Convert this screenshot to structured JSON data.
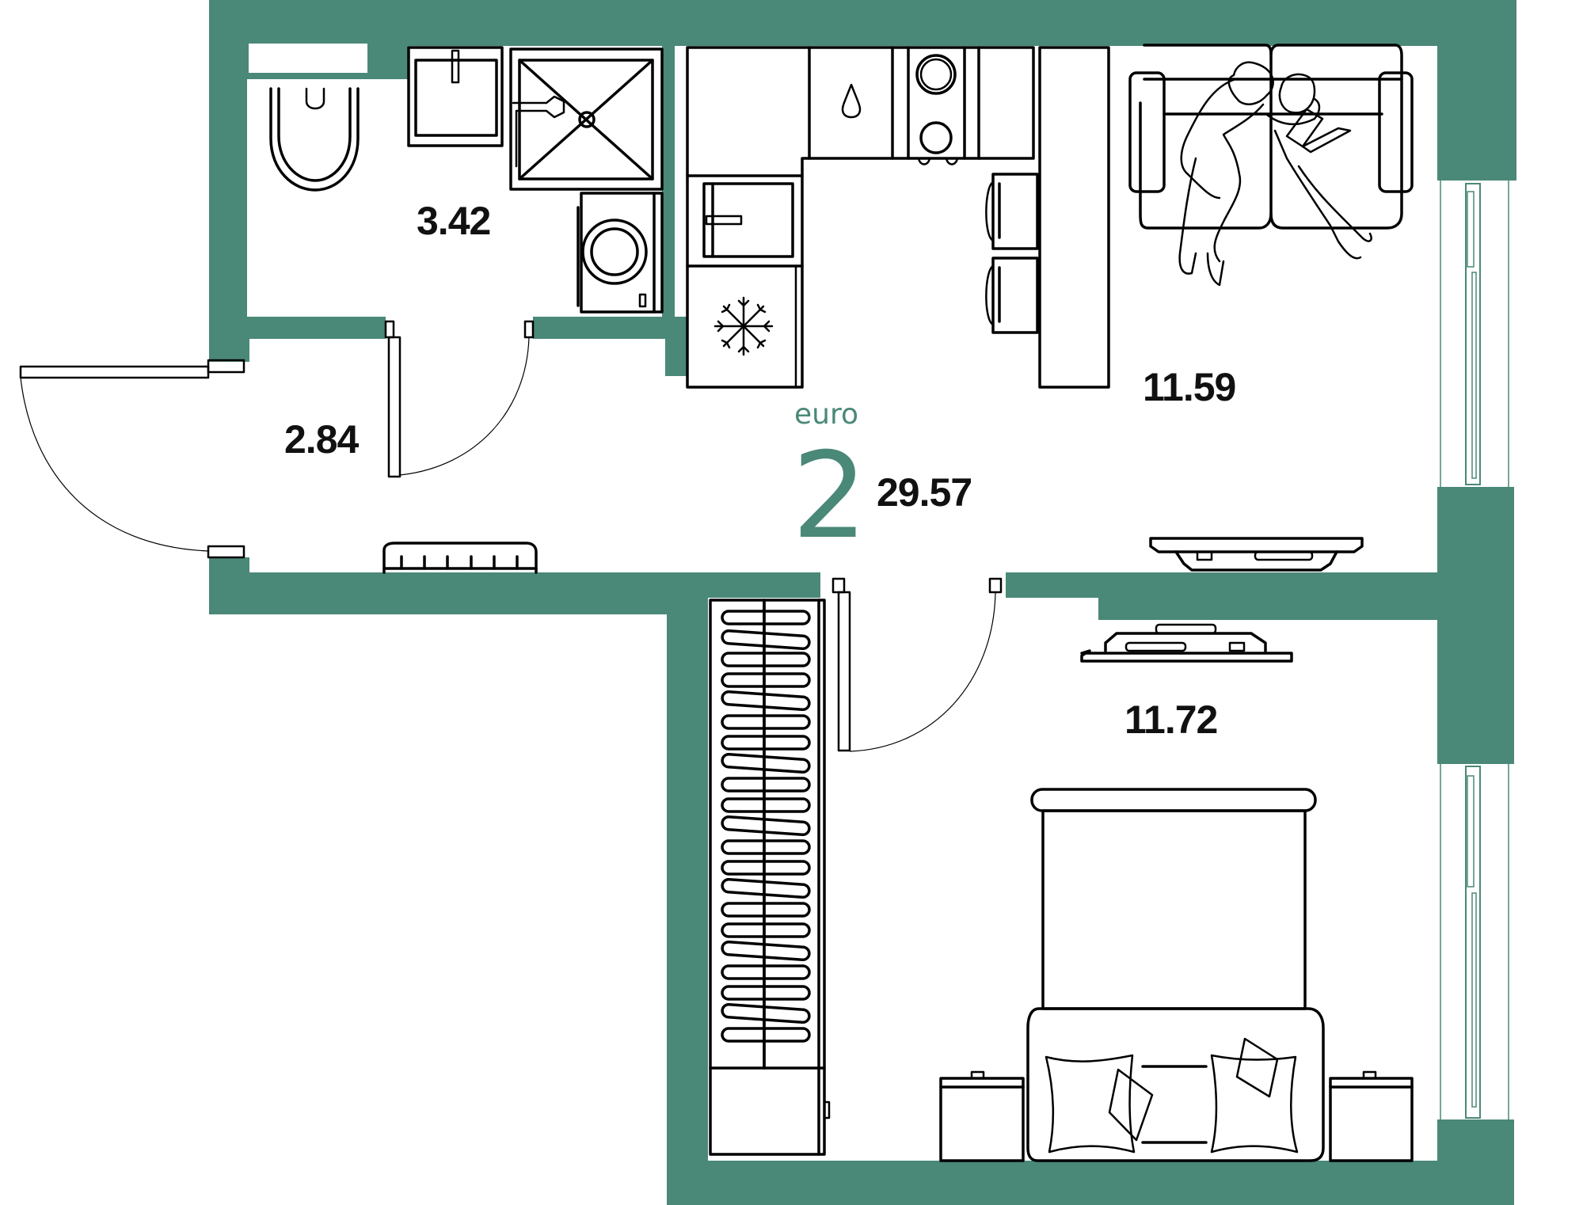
{
  "plan": {
    "wall_color": "#4A8878",
    "apartment_type": "euro",
    "rooms_count": "2",
    "total_area": "29.57",
    "rooms": [
      {
        "id": "bathroom",
        "area": "3.42"
      },
      {
        "id": "hallway",
        "area": "2.84"
      },
      {
        "id": "kitchen-living",
        "area": "11.59"
      },
      {
        "id": "bedroom",
        "area": "11.72"
      }
    ]
  },
  "icons": {
    "toilet": "toilet-icon",
    "sink": "sink-icon",
    "shower": "shower-icon",
    "washing_machine": "washing-machine-icon",
    "kitchen_sink": "kitchen-sink-icon",
    "water_drop": "water-drop-icon",
    "stove": "stove-icon",
    "fridge_snowflake": "snowflake-icon",
    "bar_stools": "bar-stool-icon",
    "sofa_with_people": "sofa-people-icon",
    "tv": "tv-icon",
    "wardrobe": "wardrobe-icon",
    "shoe_rack": "shoe-rack-icon",
    "bed": "bed-icon",
    "nightstand": "nightstand-icon",
    "window": "window-icon",
    "door": "door-icon"
  }
}
